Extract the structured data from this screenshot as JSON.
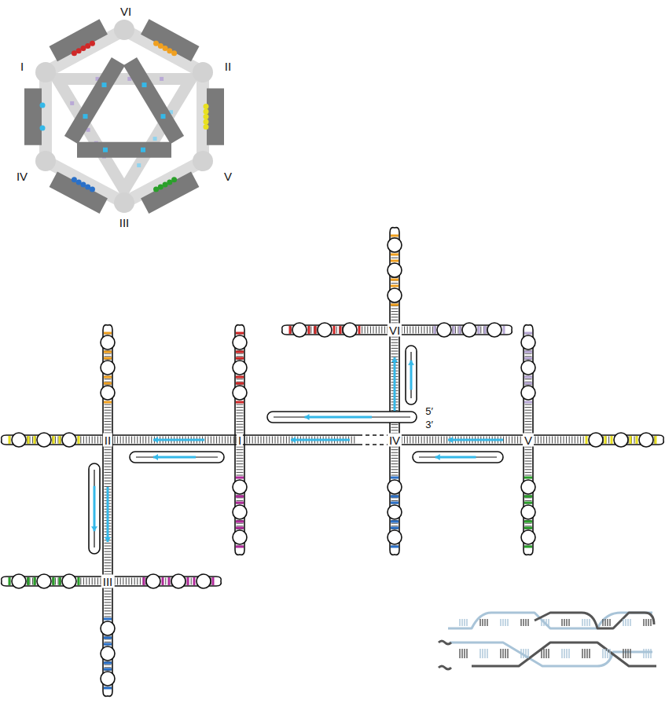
{
  "diagram": {
    "labels": [
      "VI",
      "I",
      "II",
      "IV",
      "V",
      "III",
      "VI",
      "5′",
      "3′",
      "II",
      "I",
      "IV",
      "V",
      "III"
    ]
  }
}
